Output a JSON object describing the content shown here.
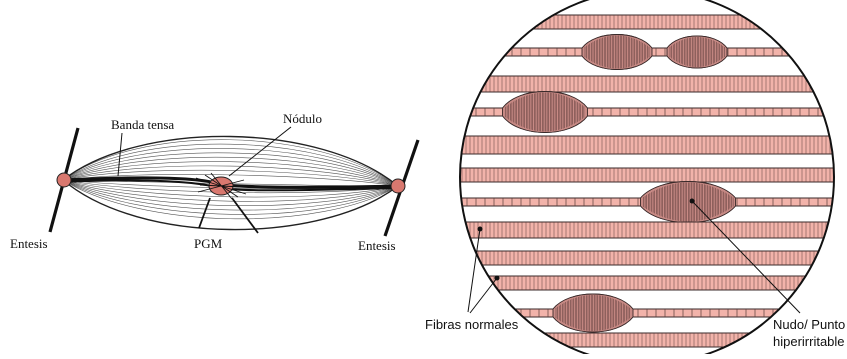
{
  "left_diagram": {
    "labels": {
      "taut_band": "Banda tensa",
      "nodule": "Nódulo",
      "left_enthesis": "Entesis",
      "trigger_point": "PGM",
      "right_enthesis": "Entesis"
    }
  },
  "right_diagram": {
    "labels": {
      "normal_fibers": "Fibras normales",
      "knot_line1": "Nudo/ Punto",
      "knot_line2": "hiperirritable"
    }
  },
  "colors": {
    "fiber_fill": "#f2b3aa",
    "knot_fill": "#c88a85",
    "enthesis_fill": "#d9786f",
    "ink": "#222222"
  }
}
